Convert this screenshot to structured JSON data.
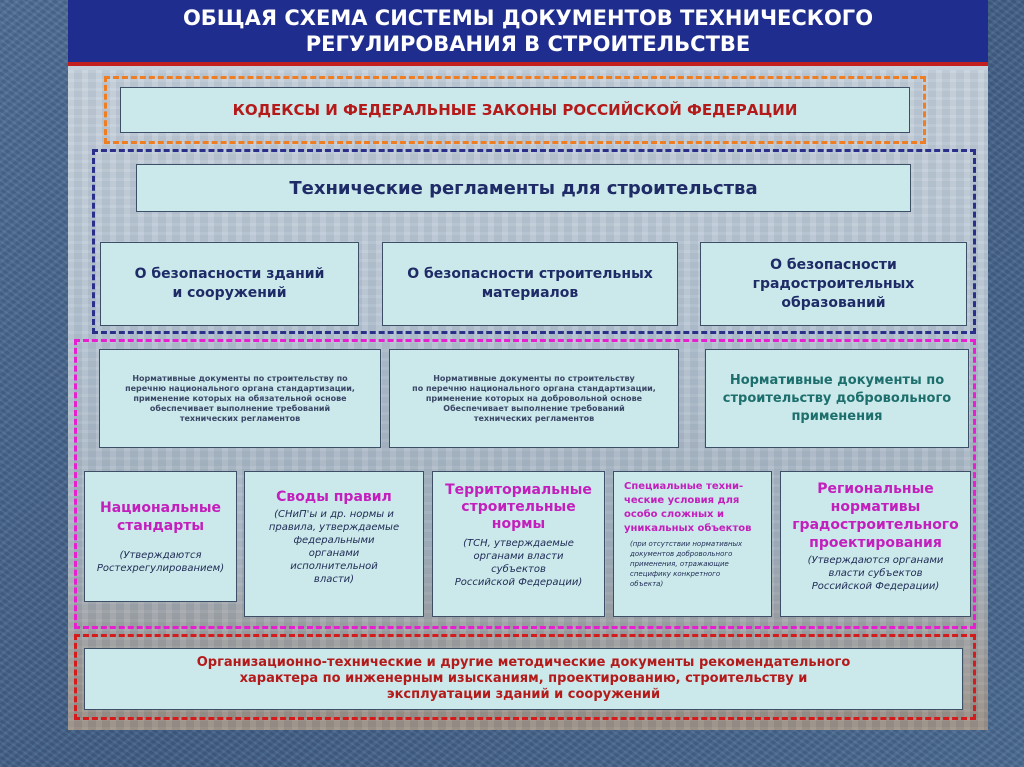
{
  "title": {
    "line1": "ОБЩАЯ СХЕМА СИСТЕМЫ ДОКУМЕНТОВ ТЕХНИЧЕСКОГО",
    "line2": "РЕГУЛИРОВАНИЯ В СТРОИТЕЛЬСТВЕ"
  },
  "codes": "КОДЕКСЫ И ФЕДЕРАЛЬНЫЕ ЗАКОНЫ РОССИЙСКОЙ ФЕДЕРАЦИИ",
  "tech_regs": {
    "title": "Технические регламенты для строительства",
    "items": [
      {
        "line1": "О безопасности зданий",
        "line2": "и сооружений"
      },
      {
        "line1": "О безопасности строительных",
        "line2": "материалов"
      },
      {
        "line1": "О безопасности",
        "line2": "градостроительных",
        "line3": "образований"
      }
    ]
  },
  "norm_docs": {
    "mandatory_1": [
      "Нормативные документы по строительству по",
      "перечню национального органа стандартизации,",
      "применение которых на обязательной основе",
      "обеспечивает выполнение требований",
      "технических регламентов"
    ],
    "voluntary_list": [
      "Нормативные документы по строительству",
      "по перечню национального органа стандартизации,",
      "применение которых на добровольной основе",
      "Обеспечивает выполнение требований",
      "технических регламентов"
    ],
    "voluntary": [
      "Нормативные документы  по",
      "строительству добровольного",
      "применения"
    ]
  },
  "doc_types": [
    {
      "title": [
        "Национальные",
        "стандарты"
      ],
      "note": [
        "(Утверждаются",
        "Ростехрегулированием)"
      ]
    },
    {
      "title": [
        "Своды правил"
      ],
      "note": [
        "(СНиП'ы  и др. нормы и",
        "правила, утверждаемые",
        "федеральными",
        "органами",
        "исполнительной",
        "власти)"
      ]
    },
    {
      "title": [
        "Территориальные",
        "строительные",
        "нормы"
      ],
      "note": [
        "(ТСН, утверждаемые",
        "органами власти",
        "субъектов",
        "Российской Федерации)"
      ]
    },
    {
      "title": [
        "Специальные техни-",
        "ческие условия для",
        "особо сложных и",
        "уникальных объектов"
      ],
      "note": [
        "(при отсутствии нормативных",
        "документов добровольного",
        "применения, отражающие",
        "специфику конкретного",
        "объекта)"
      ]
    },
    {
      "title": [
        "Региональные",
        "нормативы",
        "градостроительного",
        "проектирования"
      ],
      "note": [
        "(Утверждаются органами",
        "власти субъектов",
        "Российской Федерации)"
      ]
    }
  ],
  "bottom": {
    "line1": "Организационно-технические и другие методические документы рекомендательного",
    "line2": "характера по инженерным изысканиям, проектированию, строительству и",
    "line3": "эксплуатации зданий и сооружений"
  }
}
